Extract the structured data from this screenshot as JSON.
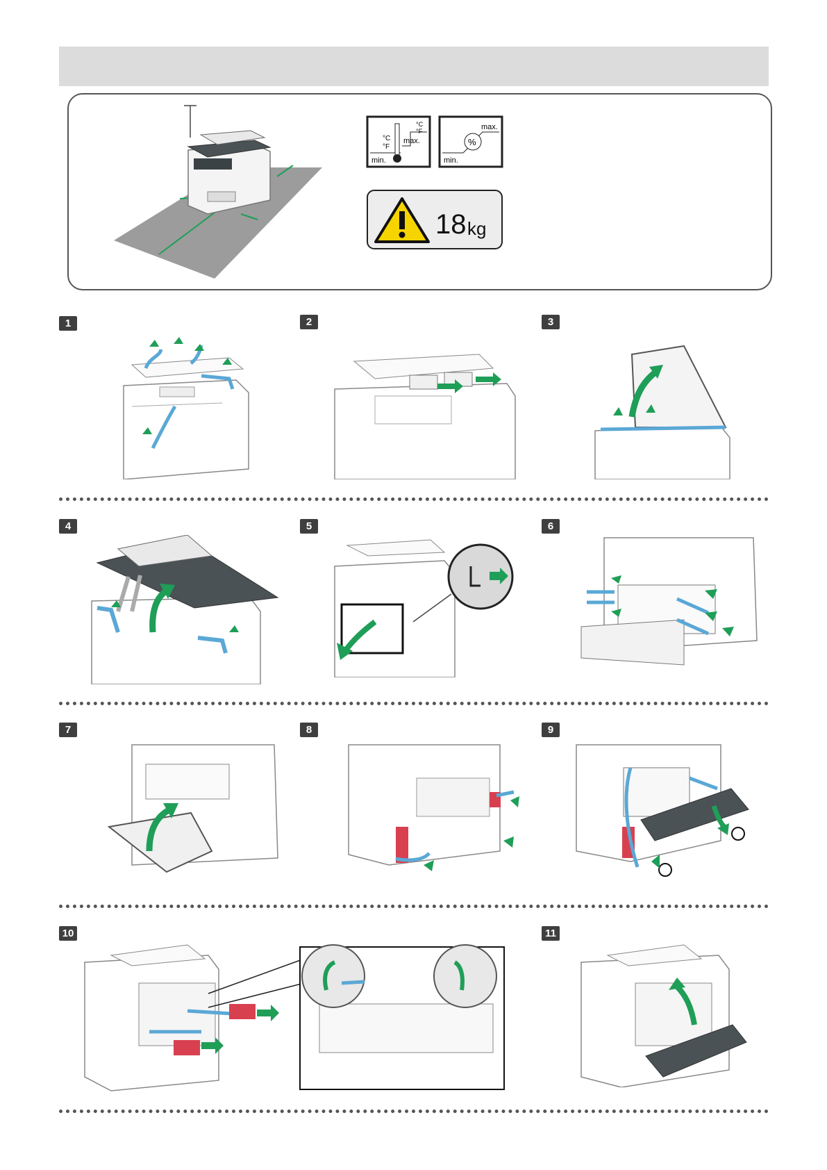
{
  "site_requirements": {
    "temperature_units": [
      "°C",
      "°F"
    ],
    "temperature_unit_c": "°C",
    "temperature_unit_f": "°F",
    "max_label": "max.",
    "min_label": "min.",
    "humidity_symbol": "%",
    "weight_value": "18",
    "weight_unit": "kg",
    "icons": [
      "thermometer-icon",
      "humidity-icon",
      "warning-triangle-icon"
    ]
  },
  "steps": [
    {
      "number": "1"
    },
    {
      "number": "2"
    },
    {
      "number": "3"
    },
    {
      "number": "4"
    },
    {
      "number": "5"
    },
    {
      "number": "6"
    },
    {
      "number": "7"
    },
    {
      "number": "8"
    },
    {
      "number": "9"
    },
    {
      "number": "10"
    },
    {
      "number": "11"
    }
  ],
  "colors": {
    "tape_blue": "#5aa8d6",
    "arrow_green": "#1f9e58",
    "sticker_red": "#d84050",
    "step_badge": "#3f3f3f",
    "header_bar": "#dcdcdc",
    "floor_gray": "#9c9c9c"
  }
}
